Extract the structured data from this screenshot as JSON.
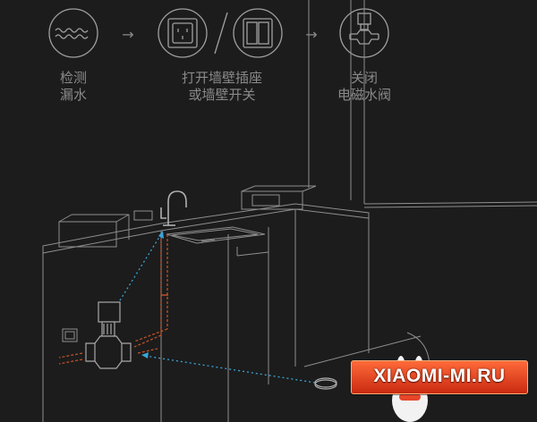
{
  "steps": [
    {
      "icon": "water-wave-icon",
      "label_line1": "检测",
      "label_line2": "漏水"
    },
    {
      "icon": "wall-socket-icon",
      "icon2": "wall-switch-icon",
      "label_line1": "打开墙壁插座",
      "label_line2": "或墙壁开关"
    },
    {
      "icon": "water-valve-icon",
      "label_line1": "关闭",
      "label_line2": "电磁水阀"
    }
  ],
  "watermark": {
    "text": "XIAOMI-MI.RU"
  },
  "colors": {
    "background": "#1c1c1c",
    "line": "#9a9a9a",
    "icon": "#a0a0a0",
    "pipe": "#c8552a",
    "signal": "#3aa4d8",
    "watermark": "#e0451f"
  }
}
